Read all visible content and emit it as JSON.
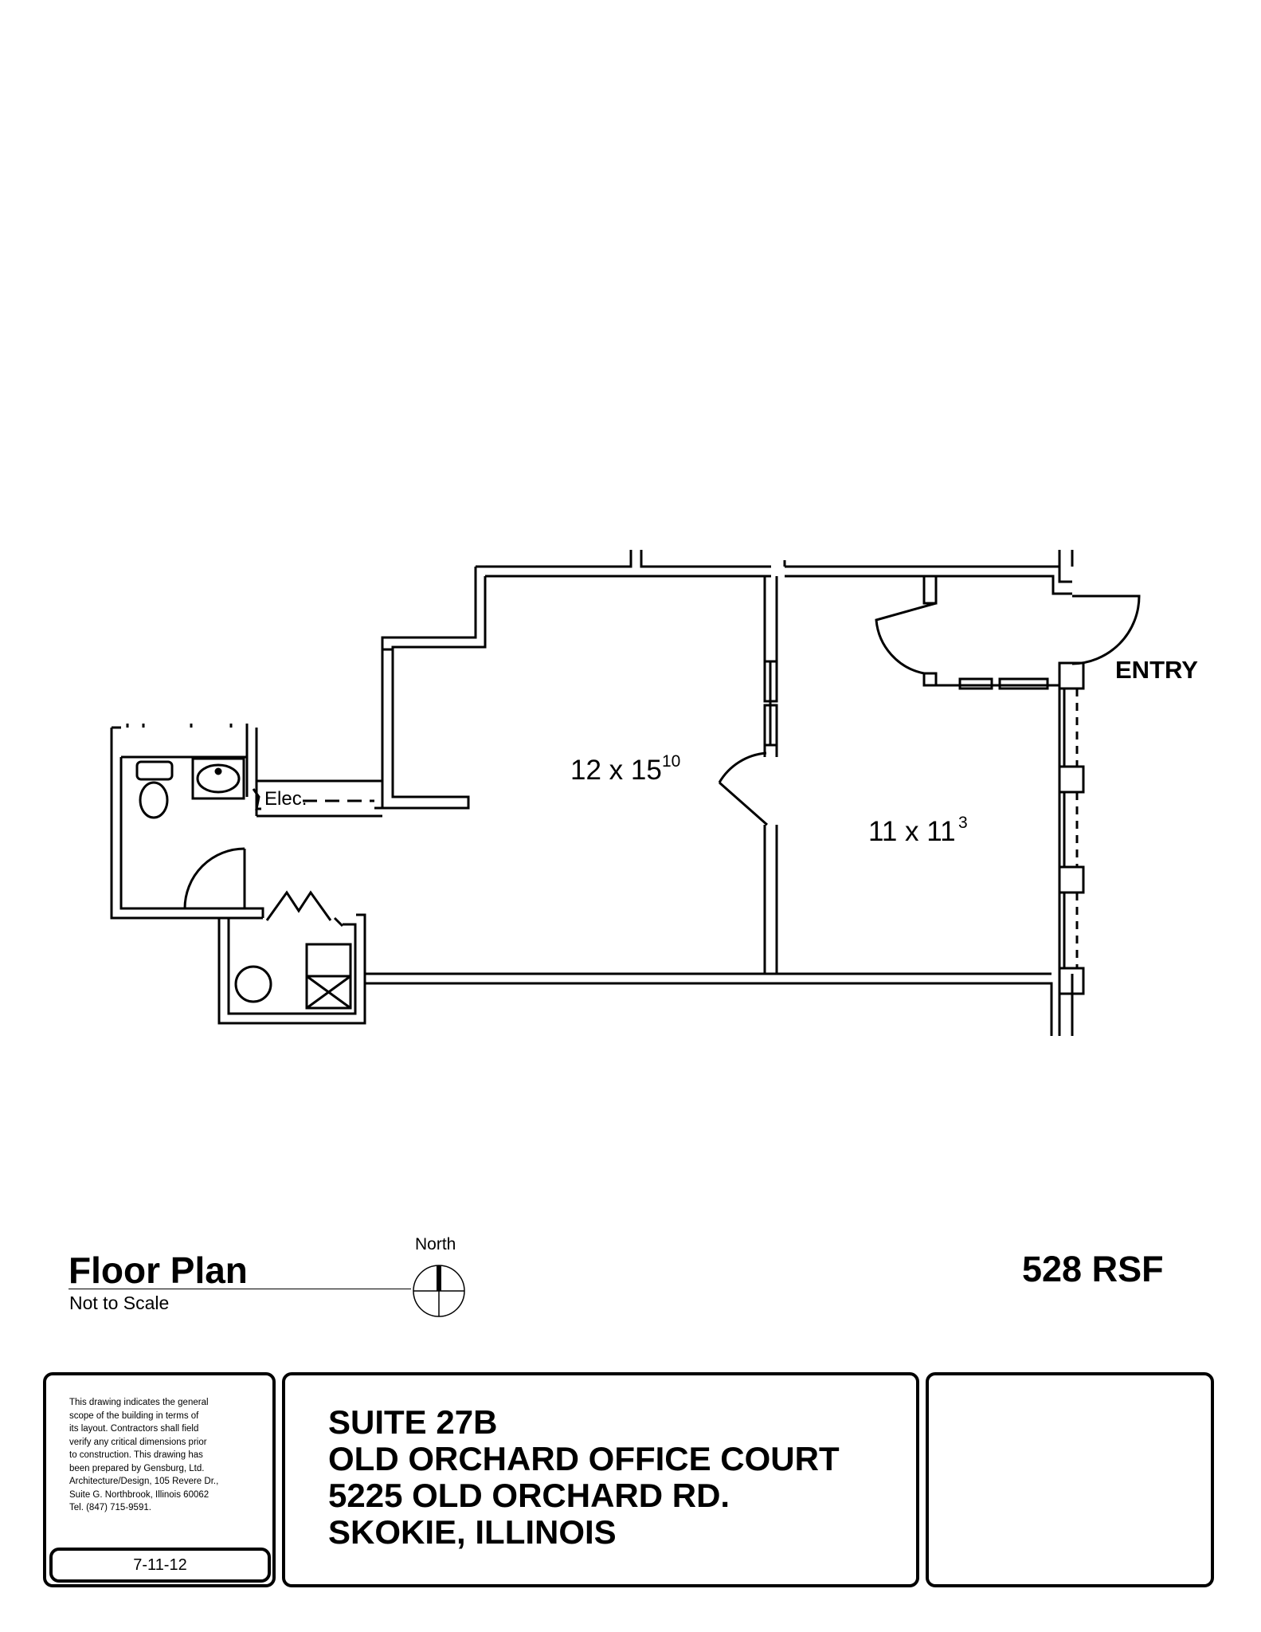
{
  "plan": {
    "room_a": {
      "dim": "12 x 15",
      "sup": "10"
    },
    "room_b": {
      "dim": "11 x 11",
      "sup": "3"
    },
    "elec_label": "Elec.",
    "entry_label": "ENTRY"
  },
  "legend": {
    "title": "Floor Plan",
    "subtitle": "Not to Scale",
    "north_label": "North",
    "area": "528 RSF"
  },
  "title_block": {
    "disclaimer_lines": [
      "This drawing indicates the general",
      "scope of the building in terms of",
      "its layout.  Contractors shall field",
      "verify any critical dimensions prior",
      "to construction.  This drawing has",
      "been prepared by Gensburg, Ltd.",
      "Architecture/Design, 105 Revere Dr.,",
      "Suite G. Northbrook, Illinois 60062",
      "Tel. (847) 715-9591."
    ],
    "date": "7-11-12",
    "address_lines": [
      "SUITE 27B",
      "OLD ORCHARD OFFICE COURT",
      "5225 OLD ORCHARD RD.",
      "SKOKIE, ILLINOIS"
    ]
  }
}
